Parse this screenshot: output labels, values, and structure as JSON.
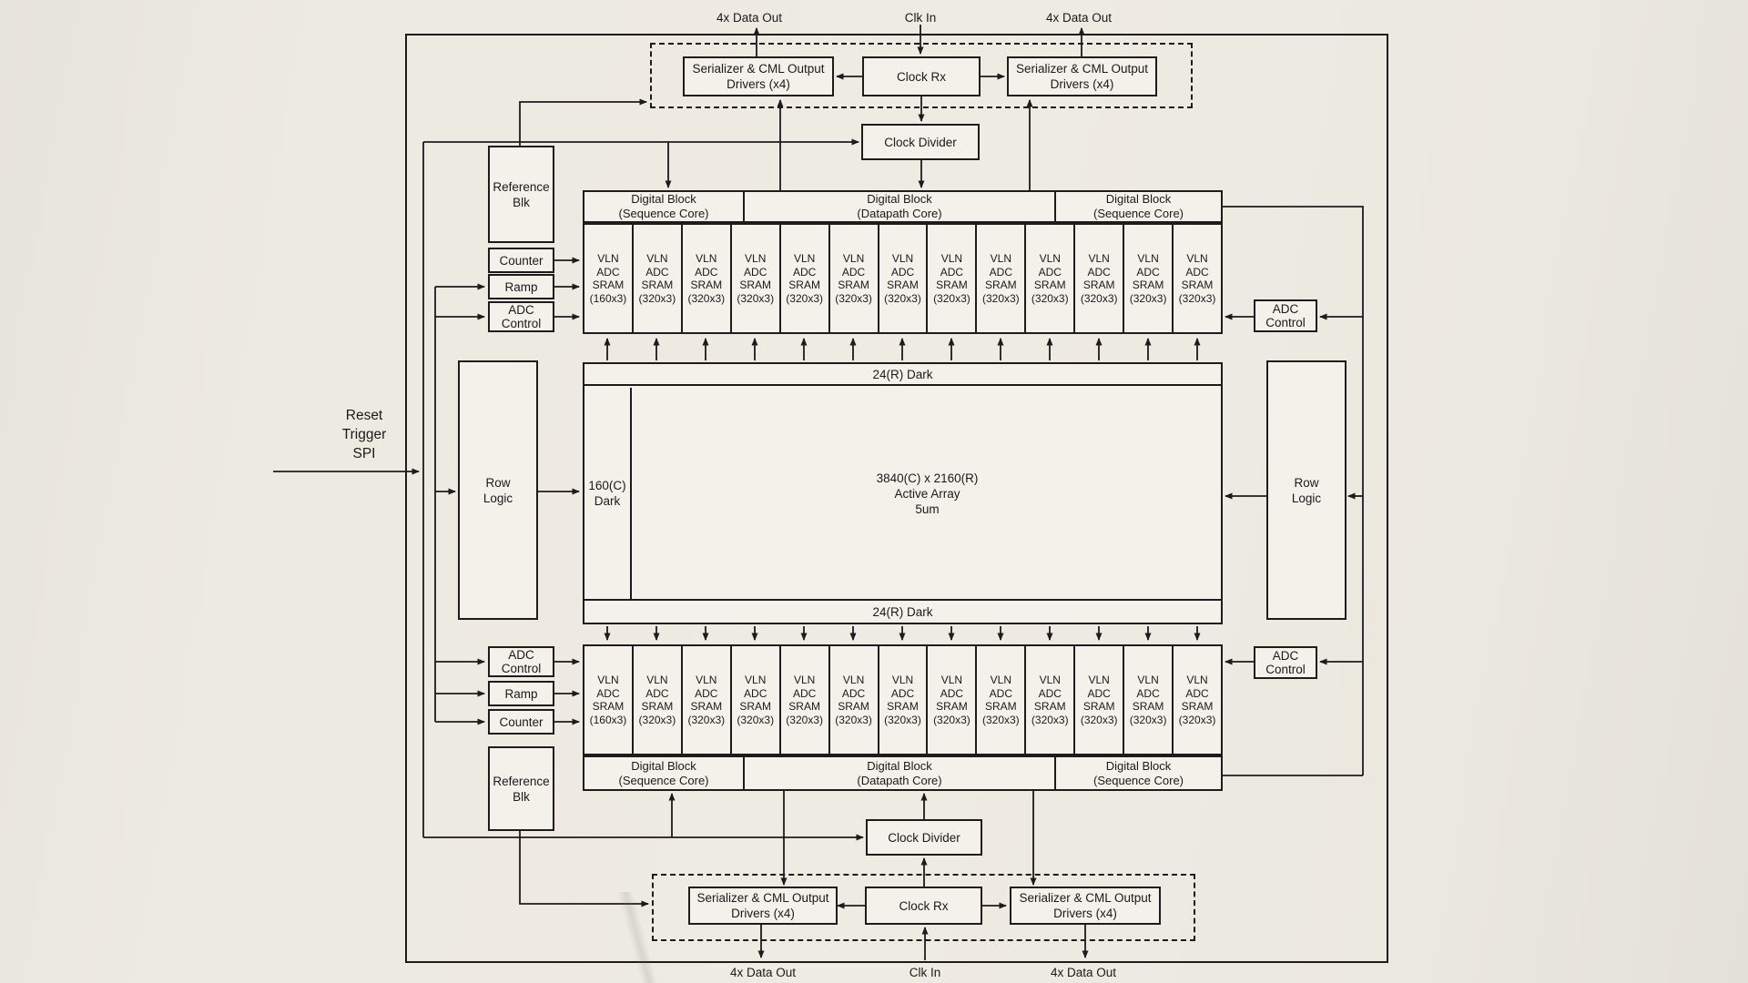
{
  "colors": {
    "paper": "#edeae2",
    "ink": "#1c1c1c",
    "box_fill": "#f3f1ea"
  },
  "ports": {
    "top_left_out": "4x Data Out",
    "top_clk": "Clk In",
    "top_right_out": "4x Data Out",
    "bottom_left_out": "4x Data Out",
    "bottom_clk": "Clk In",
    "bottom_right_out": "4x Data Out",
    "left_input": "Reset\nTrigger\nSPI"
  },
  "labels": {
    "serializer": "Serializer & CML Output\nDrivers (x4)",
    "clock_rx": "Clock Rx",
    "clock_divider": "Clock Divider",
    "seq_core": "Digital Block\n(Sequence Core)",
    "datapath_core": "Digital Block\n(Datapath Core)",
    "reference_blk": "Reference\nBlk",
    "counter": "Counter",
    "ramp": "Ramp",
    "adc_control": "ADC\nControl",
    "row_logic": "Row\nLogic"
  },
  "array": {
    "top_dark": "24(R) Dark",
    "bottom_dark": "24(R) Dark",
    "left_dark": "160(C)\nDark",
    "active": "3840(C) x 2160(R)\nActive Array\n5um"
  },
  "adc_top": {
    "cells": [
      "VLN\nADC\nSRAM\n(160x3)",
      "VLN\nADC\nSRAM\n(320x3)",
      "VLN\nADC\nSRAM\n(320x3)",
      "VLN\nADC\nSRAM\n(320x3)",
      "VLN\nADC\nSRAM\n(320x3)",
      "VLN\nADC\nSRAM\n(320x3)",
      "VLN\nADC\nSRAM\n(320x3)",
      "VLN\nADC\nSRAM\n(320x3)",
      "VLN\nADC\nSRAM\n(320x3)",
      "VLN\nADC\nSRAM\n(320x3)",
      "VLN\nADC\nSRAM\n(320x3)",
      "VLN\nADC\nSRAM\n(320x3)",
      "VLN\nADC\nSRAM\n(320x3)"
    ]
  },
  "adc_bottom": {
    "cells": [
      "VLN\nADC\nSRAM\n(160x3)",
      "VLN\nADC\nSRAM\n(320x3)",
      "VLN\nADC\nSRAM\n(320x3)",
      "VLN\nADC\nSRAM\n(320x3)",
      "VLN\nADC\nSRAM\n(320x3)",
      "VLN\nADC\nSRAM\n(320x3)",
      "VLN\nADC\nSRAM\n(320x3)",
      "VLN\nADC\nSRAM\n(320x3)",
      "VLN\nADC\nSRAM\n(320x3)",
      "VLN\nADC\nSRAM\n(320x3)",
      "VLN\nADC\nSRAM\n(320x3)",
      "VLN\nADC\nSRAM\n(320x3)",
      "VLN\nADC\nSRAM\n(320x3)"
    ]
  }
}
